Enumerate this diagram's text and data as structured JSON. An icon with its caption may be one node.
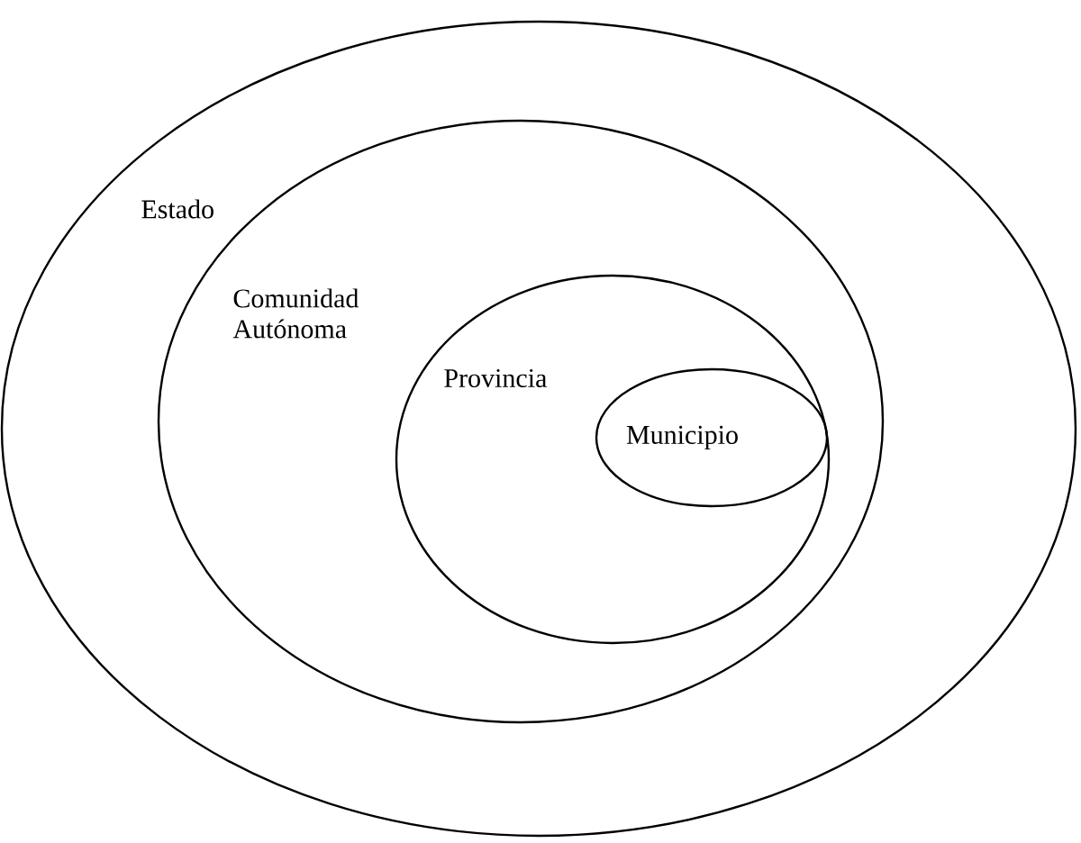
{
  "diagram": {
    "nodes": [
      {
        "text": [
          "Estado"
        ]
      },
      {
        "text": [
          "Comunidad Autónoma"
        ],
        "in": 0
      },
      {
        "text": [
          "Provincia"
        ],
        "in": 1
      },
      {
        "text": [
          "Municipio"
        ],
        "in": 2
      }
    ]
  }
}
